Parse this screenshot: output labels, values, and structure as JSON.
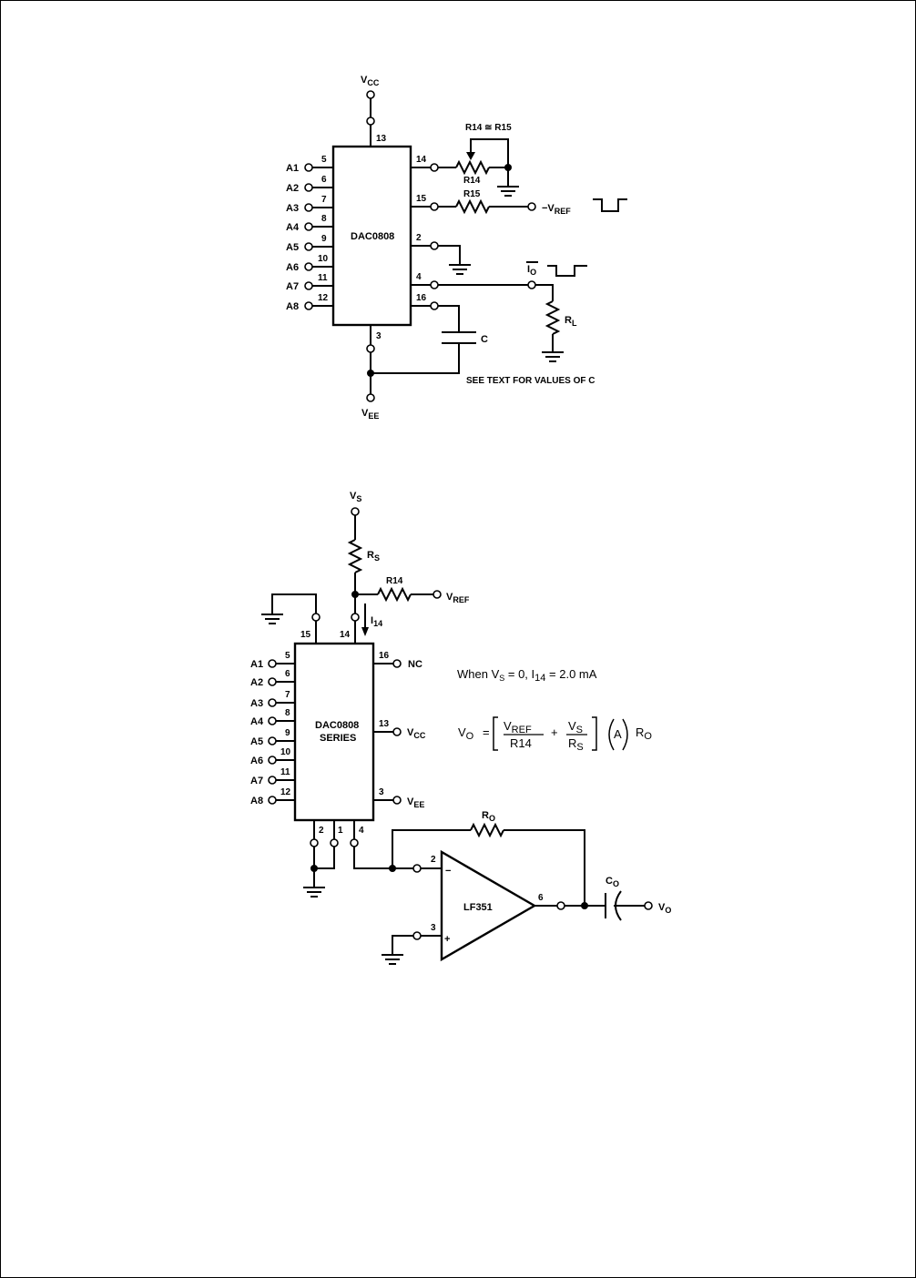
{
  "top_circuit": {
    "vcc": {
      "main": "V",
      "sub": "CC"
    },
    "vee": {
      "main": "V",
      "sub": "EE"
    },
    "ic_name": "DAC0808",
    "left_pins": [
      {
        "label": "A1",
        "num": "5"
      },
      {
        "label": "A2",
        "num": "6"
      },
      {
        "label": "A3",
        "num": "7"
      },
      {
        "label": "A4",
        "num": "8"
      },
      {
        "label": "A5",
        "num": "9"
      },
      {
        "label": "A6",
        "num": "10"
      },
      {
        "label": "A7",
        "num": "11"
      },
      {
        "label": "A8",
        "num": "12"
      }
    ],
    "pin_top": "13",
    "pin_bottom": "3",
    "right_pins": {
      "p14": "14",
      "p15": "15",
      "p2": "2",
      "p4": "4",
      "p16": "16"
    },
    "r14_note": "R14 ≅ R15",
    "r14": "R14",
    "r15": "R15",
    "vref": {
      "main": "−V",
      "sub": "REF"
    },
    "io": {
      "main": "I",
      "sub": "O"
    },
    "rl": {
      "main": "R",
      "sub": "L"
    },
    "cap": "C",
    "note": "SEE TEXT FOR VALUES OF C"
  },
  "bottom_circuit": {
    "vs": {
      "main": "V",
      "sub": "S"
    },
    "rs": {
      "main": "R",
      "sub": "S"
    },
    "r14": "R14",
    "vref": {
      "main": "V",
      "sub": "REF"
    },
    "i14": {
      "main": "I",
      "sub": "14"
    },
    "pin15": "15",
    "pin14": "14",
    "ic_name_1": "DAC0808",
    "ic_name_2": "SERIES",
    "left_pins": [
      {
        "label": "A1",
        "num": "5"
      },
      {
        "label": "A2",
        "num": "6"
      },
      {
        "label": "A3",
        "num": "7"
      },
      {
        "label": "A4",
        "num": "8"
      },
      {
        "label": "A5",
        "num": "9"
      },
      {
        "label": "A6",
        "num": "10"
      },
      {
        "label": "A7",
        "num": "11"
      },
      {
        "label": "A8",
        "num": "12"
      }
    ],
    "pin16": "16",
    "nc": "NC",
    "pin13": "13",
    "vcc": {
      "main": "V",
      "sub": "CC"
    },
    "pin3": "3",
    "vee": {
      "main": "V",
      "sub": "EE"
    },
    "bottom_pins": {
      "p2": "2",
      "p1": "1",
      "p4": "4"
    },
    "ro": {
      "main": "R",
      "sub": "O"
    },
    "opamp": "LF351",
    "op_pin2": "2",
    "op_pin3": "3",
    "op_pin6": "6",
    "op_minus": "−",
    "op_plus": "+",
    "co": {
      "main": "C",
      "sub": "O"
    },
    "vo": {
      "main": "V",
      "sub": "O"
    },
    "when_text": {
      "a": "When V",
      "b": "S",
      "c": " = 0, I",
      "d": "14",
      "e": " = 2.0 mA"
    },
    "equation": {
      "lhs_main": "V",
      "lhs_sub": "O",
      "eq": "=",
      "num1_main": "V",
      "num1_sub": "REF",
      "den1": "R14",
      "plus": "+",
      "num2_main": "V",
      "num2_sub": "S",
      "den2_main": "R",
      "den2_sub": "S",
      "a": "A",
      "ro_main": "R",
      "ro_sub": "O"
    }
  }
}
